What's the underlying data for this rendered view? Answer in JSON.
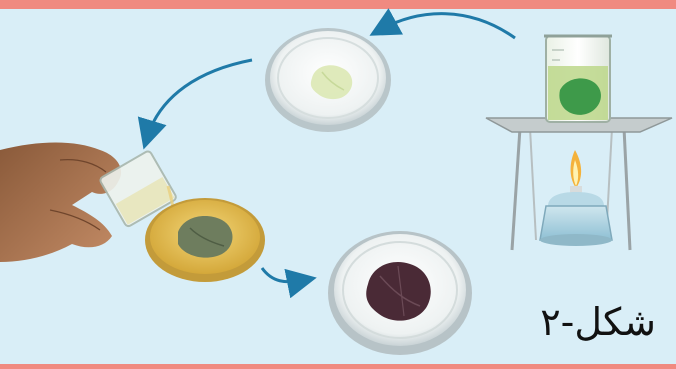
{
  "figure": {
    "caption": "شکل-۲"
  },
  "colors": {
    "background": "#d9eef7",
    "band": "#f08a80",
    "arrow": "#1f7aa8",
    "leaf_green": "#3e9a4a",
    "leaf_dark": "#4a2a36",
    "iodine_yellow": "#e0b548"
  },
  "icons": [
    "beaker-on-stand",
    "alcohol-lamp",
    "petri-dish-pale-leaf",
    "hand-pouring-beaker",
    "petri-dish-iodine-leaf",
    "petri-dish-dark-leaf",
    "curved-arrow"
  ]
}
